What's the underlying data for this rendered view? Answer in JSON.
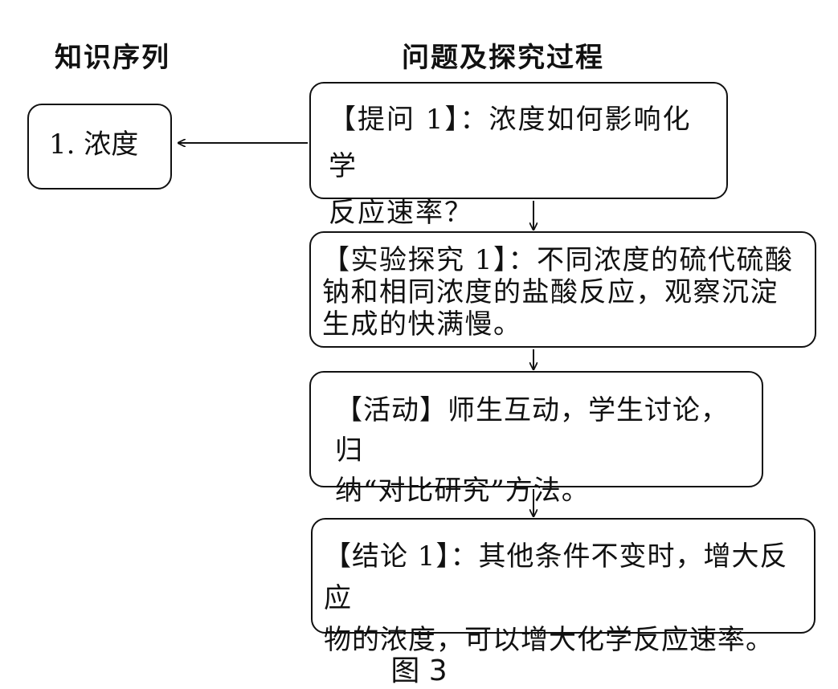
{
  "headings": {
    "left": "知识序列",
    "right": "问题及探究过程"
  },
  "concept_box": {
    "text": "1. 浓度"
  },
  "flow": {
    "question_1": {
      "line1": "【提问 1】：浓度如何影响化学",
      "line2": "反应速率？"
    },
    "experiment_1": {
      "line1": "【实验探究 1】：不同浓度的硫代硫酸",
      "line2": "钠和相同浓度的盐酸反应，观察沉淀",
      "line3": "生成的快满慢。"
    },
    "activity": {
      "line1": "【活动】师生互动，学生讨论，归",
      "line2": "纳“对比研究”方法。"
    },
    "conclusion_1": {
      "line1": "【结论 1】：其他条件不变时，增大反应",
      "line2": "物的浓度，可以增大化学反应速率。"
    }
  },
  "caption": "图 3"
}
